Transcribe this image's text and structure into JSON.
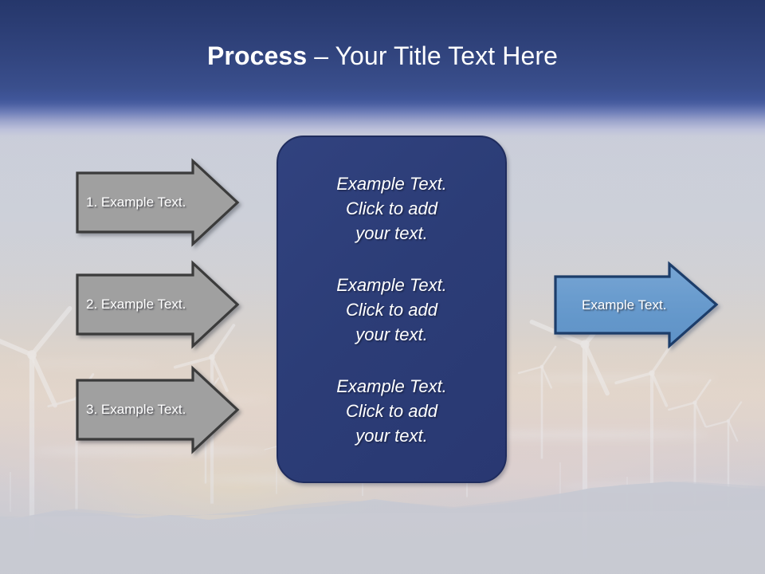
{
  "slide": {
    "title_strong": "Process",
    "title_rest": " – Your Title Text Here",
    "background_description": "wind-turbine farm at dusk"
  },
  "theme": {
    "header_top": "#26376b",
    "header_bottom": "#40569a",
    "panel_fill": "#2c3d77",
    "panel_border": "#1f2c5e",
    "gray_arrow_fill": "#a0a0a0",
    "gray_arrow_border": "#3a3a3a",
    "blue_arrow_fill": "#6699cc",
    "blue_arrow_border": "#1f3d6b",
    "text_color": "#ffffff",
    "page_background": "#c9ccd6"
  },
  "input_arrows": [
    {
      "label": "1. Example Text.",
      "fill": "#a0a0a0",
      "border": "#3a3a3a"
    },
    {
      "label": "2. Example Text.",
      "fill": "#a0a0a0",
      "border": "#3a3a3a"
    },
    {
      "label": "3. Example Text.",
      "fill": "#a0a0a0",
      "border": "#3a3a3a"
    }
  ],
  "center_panel": {
    "blocks": [
      {
        "line1": "Example Text.",
        "line2": "Click  to add",
        "line3": "your text."
      },
      {
        "line1": "Example Text.",
        "line2": "Click  to add",
        "line3": "your text."
      },
      {
        "line1": "Example Text.",
        "line2": "Click  to add",
        "line3": "your text."
      }
    ]
  },
  "output_arrow": {
    "label": "Example Text.",
    "fill": "#6699cc",
    "border": "#1f3d6b"
  }
}
